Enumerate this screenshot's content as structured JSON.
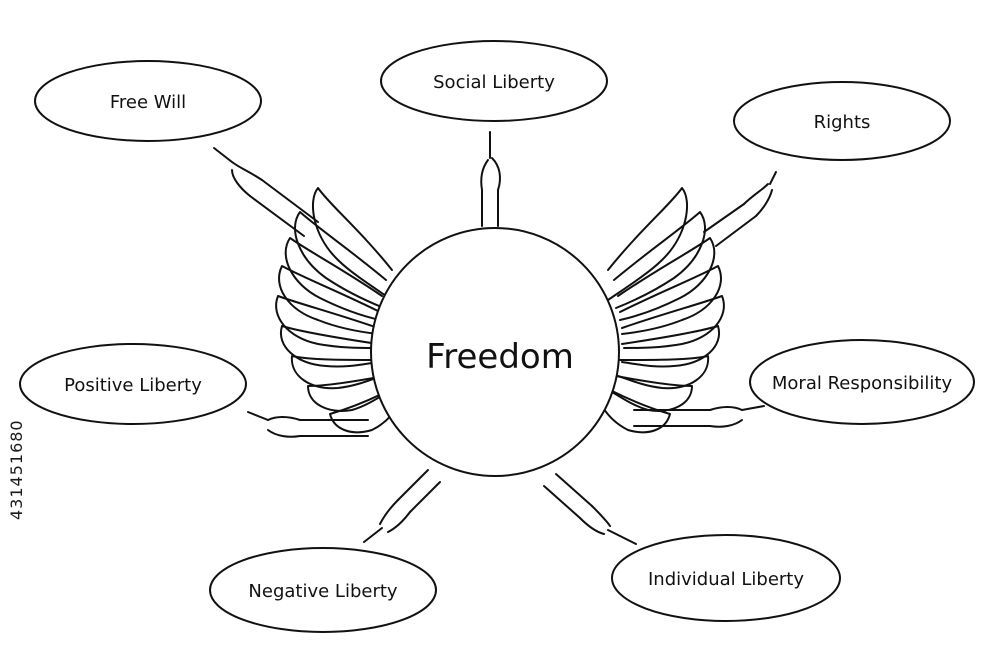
{
  "diagram": {
    "center": "Freedom",
    "nodes": [
      {
        "id": "free-will",
        "label": "Free Will"
      },
      {
        "id": "social-liberty",
        "label": "Social Liberty"
      },
      {
        "id": "rights",
        "label": "Rights"
      },
      {
        "id": "positive-liberty",
        "label": "Positive Liberty"
      },
      {
        "id": "moral-responsibility",
        "label": "Moral Responsibility"
      },
      {
        "id": "negative-liberty",
        "label": "Negative Liberty"
      },
      {
        "id": "individual-liberty",
        "label": "Individual Liberty"
      }
    ]
  },
  "watermark": {
    "stock_id": "431451680"
  },
  "colors": {
    "ink": "#111111",
    "background": "#ffffff"
  }
}
